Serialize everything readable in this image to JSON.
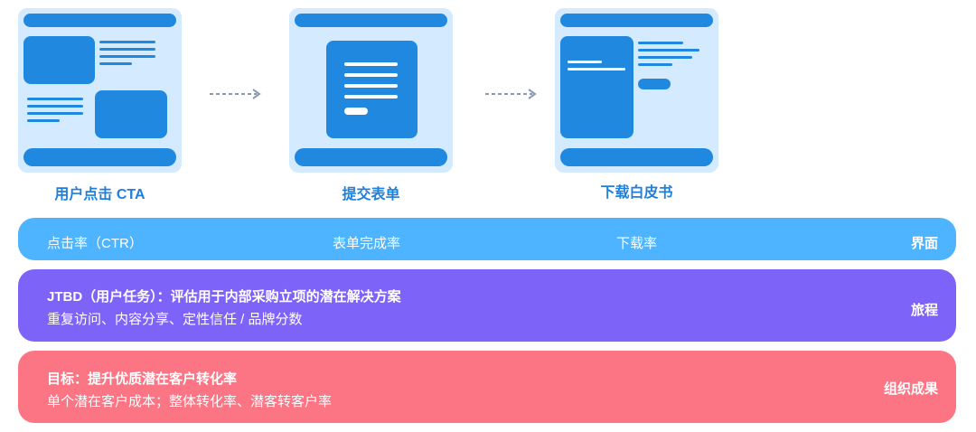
{
  "stages": [
    {
      "label": "用户点击 CTA",
      "icon": "landing-page-icon"
    },
    {
      "label": "提交表单",
      "icon": "form-page-icon"
    },
    {
      "label": "下载白皮书",
      "icon": "download-page-icon"
    }
  ],
  "interface_band": {
    "metrics": [
      "点击率（CTR）",
      "表单完成率",
      "下载率"
    ],
    "tag": "界面",
    "color": "#4fb4ff"
  },
  "journey_band": {
    "title": "JTBD（用户任务）：评估用于内部采购立项的潜在解决方案",
    "subtitle": "重复访问、内容分享、定性信任 / 品牌分数",
    "tag": "旅程",
    "color": "#7d63f7"
  },
  "outcome_band": {
    "title": "目标：提升优质潜在客户转化率",
    "subtitle": "单个潜在客户成本；整体转化率、潜客转客户率",
    "tag": "组织成果",
    "color": "#fb7584"
  }
}
